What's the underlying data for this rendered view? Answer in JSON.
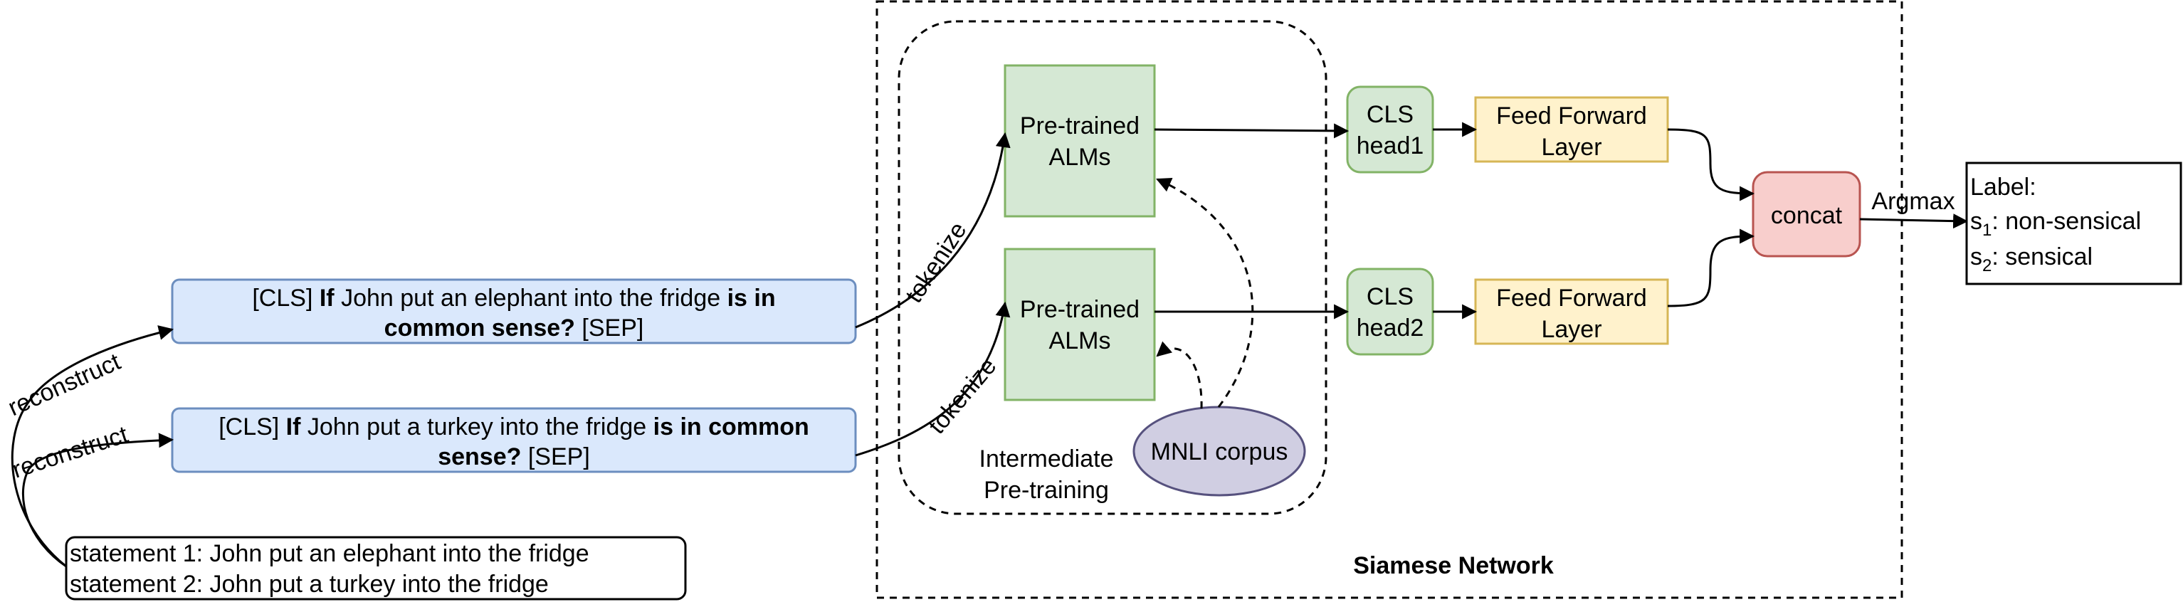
{
  "input_box_1": {
    "pre": "[CLS] ",
    "if": "If",
    "mid": " John put an elephant into the fridge ",
    "bold_end": "is in",
    "line2_bold": "common sense?",
    "line2_end": " [SEP]"
  },
  "input_box_2": {
    "pre": "[CLS] ",
    "if": "If",
    "mid": " John put a turkey into the fridge ",
    "bold_end": "is in common",
    "line2_bold": "sense?",
    "line2_end": " [SEP]"
  },
  "statements": {
    "line1": "statement 1: John put an elephant into the fridge",
    "line2": "statement 2: John put a turkey into the fridge"
  },
  "edge_labels": {
    "reconstruct": "reconstruct",
    "tokenize": "tokenize",
    "argmax": "Argmax"
  },
  "alm_top": {
    "line1": "Pre-trained",
    "line2": "ALMs"
  },
  "alm_bottom": {
    "line1": "Pre-trained",
    "line2": "ALMs"
  },
  "cls_head1": {
    "line1": "CLS",
    "line2": "head1"
  },
  "cls_head2": {
    "line1": "CLS",
    "line2": "head2"
  },
  "ffl_top": {
    "line1": "Feed Forward",
    "line2": "Layer"
  },
  "ffl_bottom": {
    "line1": "Feed Forward",
    "line2": "Layer"
  },
  "concat": "concat",
  "mnli": "MNLI corpus",
  "intermediate": {
    "line1": "Intermediate",
    "line2": "Pre-training"
  },
  "siamese": "Siamese Network",
  "label_box": {
    "title": "Label:",
    "s1_base": "s",
    "s1_sub": "1",
    "s1_text": ": non-sensical",
    "s2_base": "s",
    "s2_sub": "2",
    "s2_text": ": sensical"
  },
  "colors": {
    "blue_fill": "#dae8fc",
    "blue_stroke": "#6c8ebf",
    "green_fill": "#d5e8d4",
    "green_stroke": "#82b366",
    "yellow_fill": "#fff2cc",
    "yellow_stroke": "#d6b656",
    "red_fill": "#f8cecc",
    "red_stroke": "#b85450",
    "purple_fill": "#d0cee2",
    "purple_stroke": "#56517e"
  }
}
